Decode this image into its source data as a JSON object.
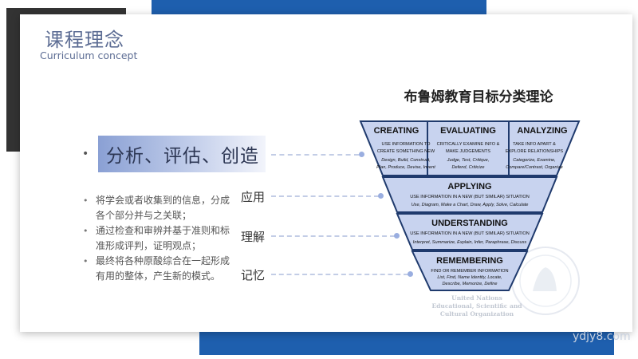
{
  "header": {
    "title": "课程理念",
    "subtitle": "Curriculum concept"
  },
  "pyramid": {
    "title": "布鲁姆教育目标分类理论",
    "top_tier": [
      {
        "heading": "CREATING",
        "lines": [
          "USE INFORMATION TO",
          "CREATE SOMETHING NEW",
          "Design, Build, Construct,",
          "Plan, Produce, Devise, Invent"
        ]
      },
      {
        "heading": "EVALUATING",
        "lines": [
          "CRITICALLY EXAMINE INFO &",
          "MAKE JUDGEMENTS",
          "Judge, Test, Critique,",
          "Defend, Criticize"
        ]
      },
      {
        "heading": "ANALYZING",
        "lines": [
          "TAKE INFO APART &",
          "EXPLORE RELATIONSHIPS",
          "Categorize, Examine,",
          "Compare/Contrast, Organize"
        ]
      }
    ],
    "applying": {
      "heading": "APPLYING",
      "lines": [
        "USE INFORMATION IN A NEW (BUT SIMILAR) SITUATION",
        "Use, Diagram, Make a Chart, Draw, Apply, Solve, Calculate"
      ]
    },
    "understanding": {
      "heading": "UNDERSTANDING",
      "lines": [
        "USE INFORMATION IN A NEW (BUT SIMILAR) SITUATION",
        "Interpret, Summarize, Explain, Infer, Paraphrase, Discuss"
      ]
    },
    "remembering": {
      "heading": "REMEMBERING",
      "lines": [
        "FIND OR REMEMBER INFORMATION",
        "List, Find, Name Identity, Locate,",
        "Describe, Memorize, Define"
      ]
    },
    "seal_text": [
      "United Nations",
      "Educational, Scientific and",
      "Cultural Organization"
    ]
  },
  "left": {
    "highlight": "分析、评估、创造",
    "descriptions": [
      "将学会或者收集到的信息，分成各个部分并与之关联；",
      "通过检查和审辨并基于准则和标准形成评判，证明观点；",
      "最终将各种原酸综合在一起形成有用的整体，产生新的模式。"
    ],
    "levels": {
      "apply": "应用",
      "understand": "理解",
      "remember": "记忆"
    }
  },
  "watermark": "ydjy8.com",
  "colors": {
    "accent_blue": "#1e5fae",
    "dark_block": "#333333",
    "tier_fill": "#c8d3ef",
    "tier_stroke": "#1f3a6d",
    "title_gray": "#5d6d94"
  }
}
